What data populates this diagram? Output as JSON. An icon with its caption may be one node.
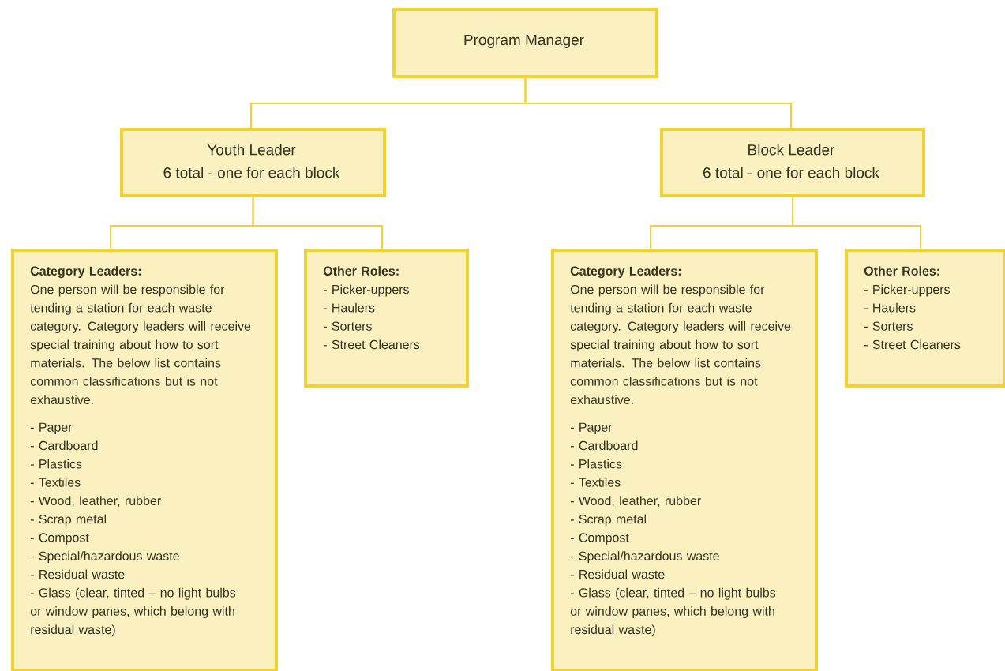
{
  "diagram": {
    "nodes": [
      {
        "text": [
          "Program Manager"
        ]
      },
      {
        "text": [
          "Youth Leader",
          "6 total - one for each block"
        ]
      },
      {
        "text": [
          "Block Leader",
          "6 total - one for each block"
        ]
      },
      {
        "text": [
          "Category Leaders:",
          "One person will be responsible for tending a station for each waste category. Category leaders will receive special training about how to sort materials. The below list contains common classifications but is not exhaustive.",
          "- Paper",
          "- Cardboard",
          "- Plastics",
          "- Textiles",
          "- Wood, leather, rubber",
          "- Scrap metal",
          "- Compost",
          "- Special/hazardous waste",
          "- Residual waste",
          "- Glass (clear, tinted – no light bulbs or window panes, which belong with residual waste)"
        ]
      },
      {
        "text": [
          "Other Roles:",
          "- Picker-uppers",
          "- Haulers",
          "- Sorters",
          "- Street Cleaners"
        ]
      },
      {
        "text": [
          "Category Leaders:",
          "One person will be responsible for tending a station for each waste category. Category leaders will receive special training about how to sort materials. The below list contains common classifications but is not exhaustive.",
          "- Paper",
          "- Cardboard",
          "- Plastics",
          "- Textiles",
          "- Wood, leather, rubber",
          "- Scrap metal",
          "- Compost",
          "- Special/hazardous waste",
          "- Residual waste",
          "- Glass (clear, tinted – no light bulbs or window panes, which belong with residual waste)"
        ]
      },
      {
        "text": [
          "Other Roles:",
          "- Picker-uppers",
          "- Haulers",
          "- Sorters",
          "- Street Cleaners"
        ]
      }
    ],
    "edges": [
      {
        "from": 0,
        "to": 1,
        "arrow": "none"
      },
      {
        "from": 0,
        "to": 2,
        "arrow": "none"
      },
      {
        "from": 1,
        "to": 3,
        "arrow": "none"
      },
      {
        "from": 1,
        "to": 4,
        "arrow": "none"
      },
      {
        "from": 2,
        "to": 5,
        "arrow": "none"
      },
      {
        "from": 2,
        "to": 6,
        "arrow": "none"
      }
    ]
  }
}
